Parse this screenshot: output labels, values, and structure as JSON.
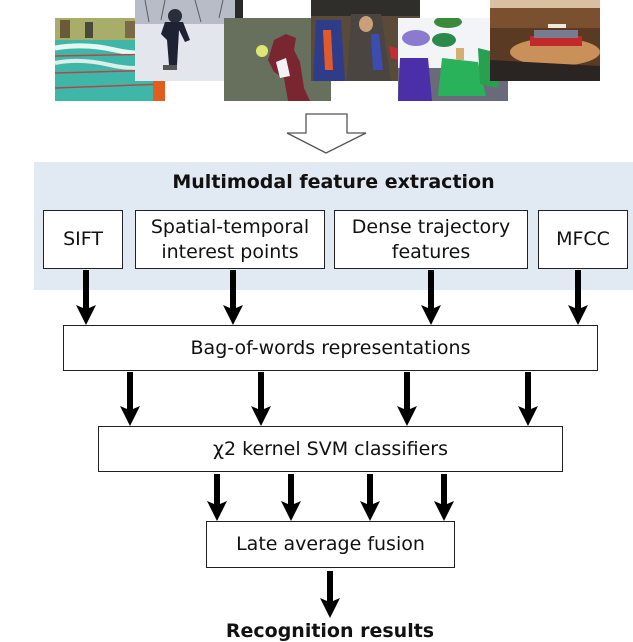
{
  "figure": {
    "input_images": [
      {
        "name": "swimming-pool-frame",
        "subject": "swimming"
      },
      {
        "name": "snow-skiing-frame",
        "subject": "skiing"
      },
      {
        "name": "dog-with-ball-frame",
        "subject": "dog"
      },
      {
        "name": "graduation-ceremony-frame",
        "subject": "graduation"
      },
      {
        "name": "parade-frame",
        "subject": "parade"
      },
      {
        "name": "concert-hall-frame",
        "subject": "concert"
      }
    ],
    "input_arrow_icon": "hollow-down-arrow",
    "feature_extraction": {
      "title": "Multimodal feature extraction",
      "features": [
        {
          "label": "SIFT"
        },
        {
          "label": "Spatial-temporal interest points"
        },
        {
          "label": "Dense trajectory features"
        },
        {
          "label": "MFCC"
        }
      ]
    },
    "bag_of_words": {
      "label": "Bag-of-words representations"
    },
    "svm": {
      "label": "χ2  kernel SVM classifiers"
    },
    "fusion": {
      "label": "Late average fusion"
    },
    "output": {
      "label": "Recognition results"
    },
    "colors": {
      "band": "#e1e9f3",
      "box_border": "#222222",
      "arrow": "#000000"
    }
  }
}
